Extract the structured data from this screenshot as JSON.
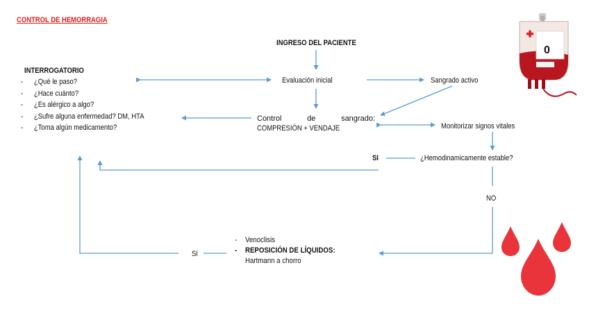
{
  "title": "CONTROL DE HEMORRAGIA",
  "nodes": {
    "ingreso": "INGRESO DEL PACIENTE",
    "evaluacion": "Evaluación inicial",
    "sangrado": "Sangrado activo",
    "control_l1_a": "Control",
    "control_l1_b": "de",
    "control_l1_c": "sangrado:",
    "control_l2": "COMPRESIÓN + VENDAJE",
    "monitorizar": "Monitorizar signos vitales",
    "hemo": "¿Hemodinamicamente estable?",
    "si_top": "SI",
    "no": "NO",
    "si_bottom": "SI"
  },
  "interrogatorio": {
    "heading": "INTERROGATORIO",
    "items": [
      "¿Qué le paso?",
      "¿Hace cuánto?",
      "¿Es alérgico a algo?",
      "¿Sufre alguna enfermedad? DM, HTA",
      "¿Toma algún medicamento?"
    ]
  },
  "reposicion": {
    "item1": "Venoclisis",
    "item2": "REPOSICIÓN DE LÍQUIDOS:",
    "item3": "Hartmann a chorro"
  },
  "icons": {
    "blood_bag_label": "0"
  },
  "colors": {
    "arrow": "#5b9bd5",
    "title": "#e02020",
    "blood": "#e8343a"
  }
}
